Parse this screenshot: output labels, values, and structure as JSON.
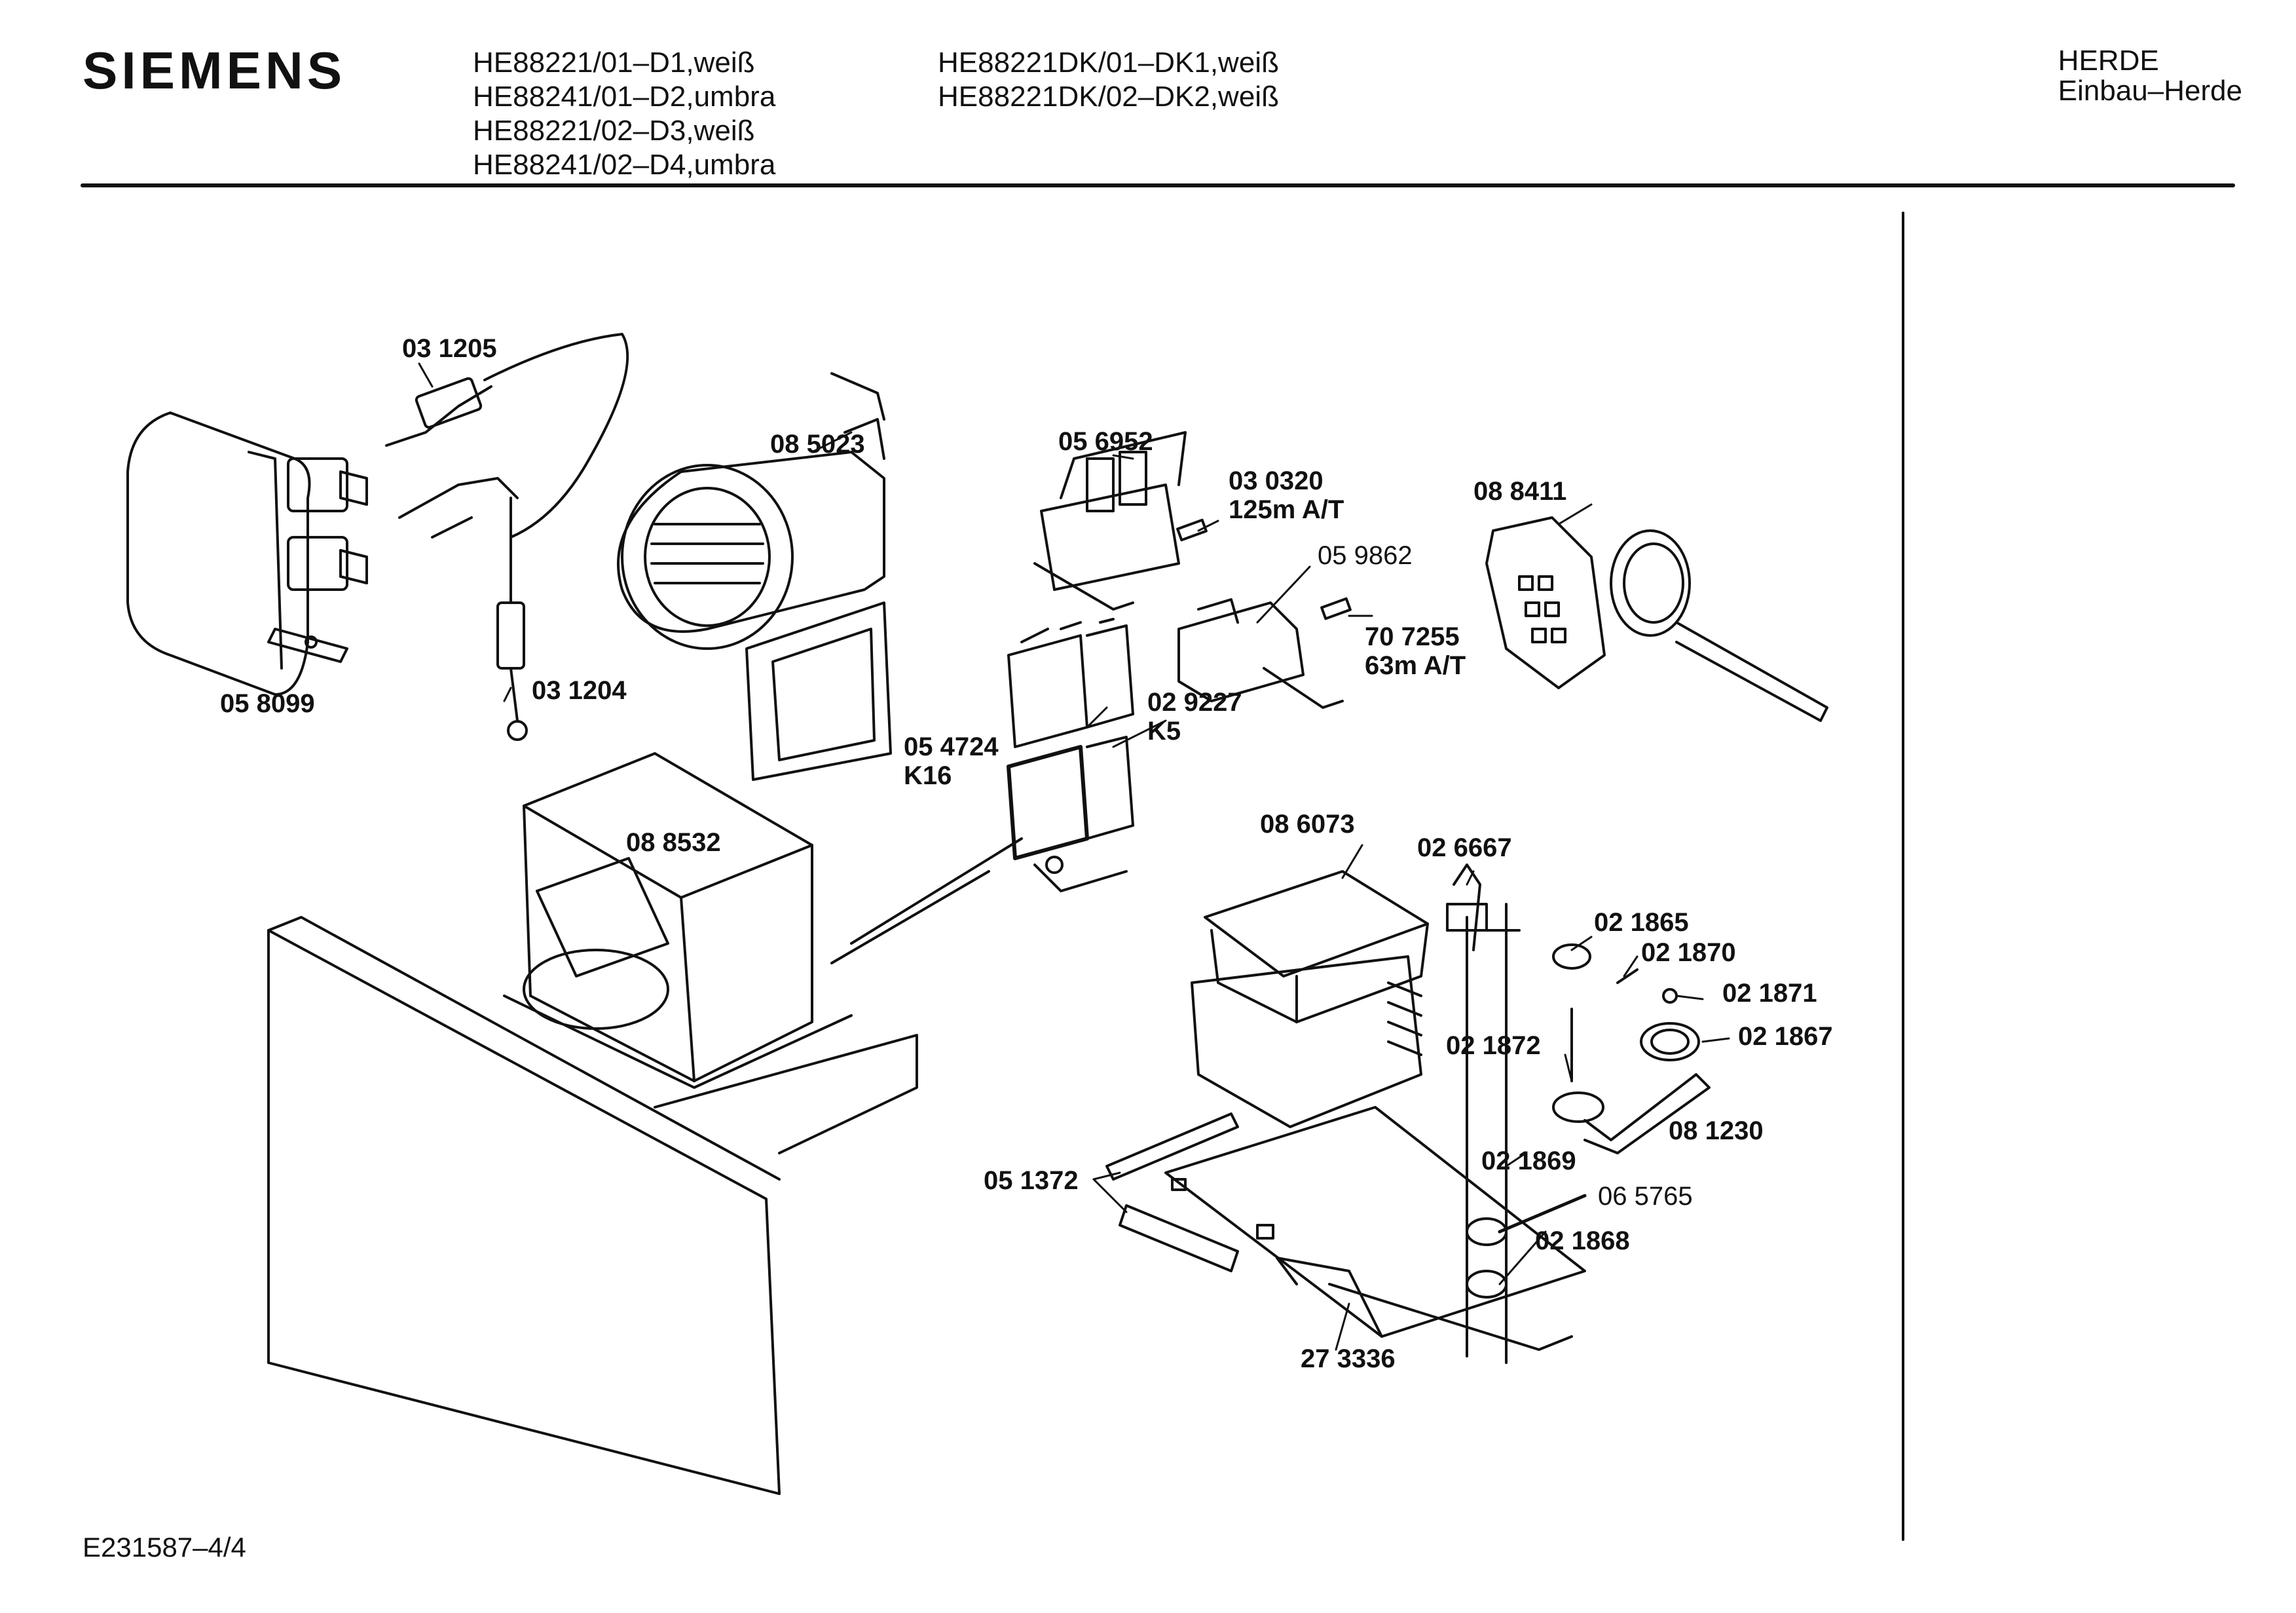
{
  "header": {
    "brand": "SIEMENS",
    "models_left": [
      "HE88221/01–D1,weiß",
      "HE88241/01–D2,umbra",
      "HE88221/02–D3,weiß",
      "HE88241/02–D4,umbra"
    ],
    "models_right": [
      "HE88221DK/01–DK1,weiß",
      "HE88221DK/02–DK2,weiß"
    ],
    "category": "HERDE",
    "subcategory": "Einbau–Herde"
  },
  "footer": {
    "doc_id": "E231587–4/4"
  },
  "parts": {
    "p031205": "03 1205",
    "p085023": "08 5023",
    "p056952": "05 6952",
    "p030320": "03 0320",
    "p030320_rating": "125m A/T",
    "p088411": "08 8411",
    "p059862": "05 9862",
    "p707255": "70 7255",
    "p707255_rating": "63m A/T",
    "p058099": "05 8099",
    "p031204": "03 1204",
    "p029227": "02 9227",
    "p029227_ref": "K5",
    "p054724": "05 4724",
    "p054724_ref": "K16",
    "p088532": "08 8532",
    "p086073": "08 6073",
    "p026667": "02 6667",
    "p021865": "02 1865",
    "p021870": "02 1870",
    "p021871": "02 1871",
    "p021867": "02 1867",
    "p021872": "02 1872",
    "p081230": "08 1230",
    "p021869": "02 1869",
    "p051372": "05 1372",
    "p065765": "06 5765",
    "p021868": "02 1868",
    "p273336": "27 3336"
  }
}
